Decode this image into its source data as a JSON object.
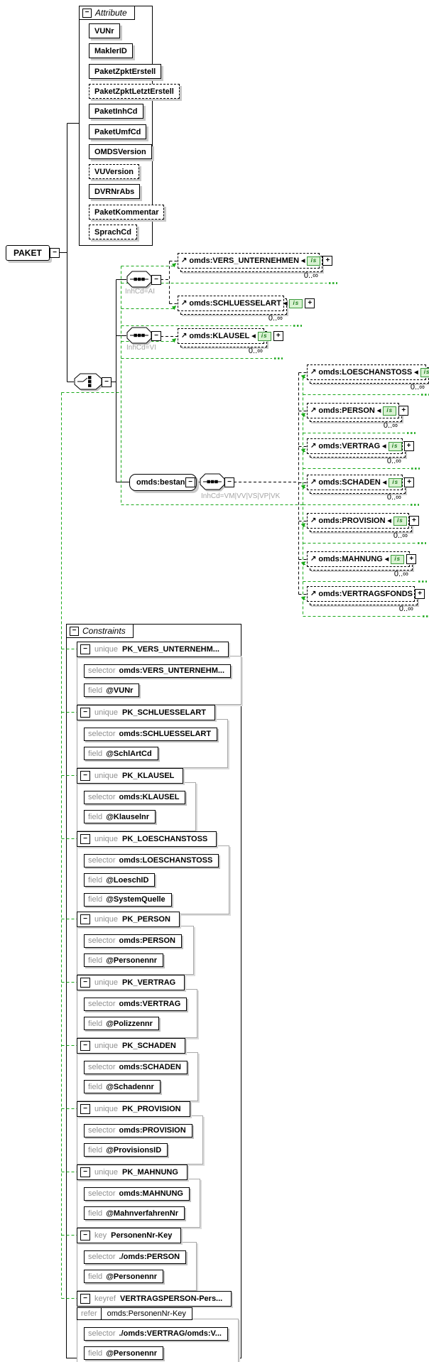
{
  "root_element": {
    "name": "PAKET"
  },
  "attributes_panel": {
    "title": "Attribute",
    "items": [
      {
        "name": "VUNr",
        "required": true
      },
      {
        "name": "MaklerID",
        "required": true
      },
      {
        "name": "PaketZpktErstell",
        "required": true
      },
      {
        "name": "PaketZpktLetztErstell",
        "required": false
      },
      {
        "name": "PaketInhCd",
        "required": true
      },
      {
        "name": "PaketUmfCd",
        "required": true
      },
      {
        "name": "OMDSVersion",
        "required": true
      },
      {
        "name": "VUVersion",
        "required": false
      },
      {
        "name": "DVRNrAbs",
        "required": true
      },
      {
        "name": "PaketKommentar",
        "required": false
      },
      {
        "name": "SprachCd",
        "required": false
      }
    ]
  },
  "content_model": {
    "compositor": "choice",
    "branches": [
      {
        "compositor": "sequence",
        "condition": "InhCd=AI",
        "elements": [
          {
            "name": "omds:VERS_UNTERNEHMEN",
            "occurs": "0..∞",
            "badge": "is"
          },
          {
            "name": "omds:SCHLUESSELART",
            "occurs": "0..∞",
            "badge": "is"
          }
        ]
      },
      {
        "compositor": "sequence",
        "condition": "InhCd=VI",
        "elements": [
          {
            "name": "omds:KLAUSEL",
            "occurs": "0..∞",
            "badge": "is"
          }
        ]
      },
      {
        "element": "omds:bestand",
        "compositor": "sequence",
        "condition": "InhCd=VM|VV|VS|VP|VK",
        "elements": [
          {
            "name": "omds:LOESCHANSTOSS",
            "occurs": "0..∞",
            "badge": "is"
          },
          {
            "name": "omds:PERSON",
            "occurs": "0..∞",
            "badge": "is"
          },
          {
            "name": "omds:VERTRAG",
            "occurs": "0..∞",
            "badge": "is"
          },
          {
            "name": "omds:SCHADEN",
            "occurs": "0..∞",
            "badge": "is"
          },
          {
            "name": "omds:PROVISION",
            "occurs": "0..∞",
            "badge": "is"
          },
          {
            "name": "omds:MAHNUNG",
            "occurs": "0..∞",
            "badge": "is"
          },
          {
            "name": "omds:VERTRAGSFONDS",
            "occurs": "0..∞",
            "badge": null
          }
        ]
      }
    ]
  },
  "constraints_panel": {
    "title": "Constraints",
    "items": [
      {
        "kind": "unique",
        "name": "PK_VERS_UNTERNEHM...",
        "selector": "omds:VERS_UNTERNEHM...",
        "fields": [
          "@VUNr"
        ]
      },
      {
        "kind": "unique",
        "name": "PK_SCHLUESSELART",
        "selector": "omds:SCHLUESSELART",
        "fields": [
          "@SchlArtCd"
        ]
      },
      {
        "kind": "unique",
        "name": "PK_KLAUSEL",
        "selector": "omds:KLAUSEL",
        "fields": [
          "@Klauselnr"
        ]
      },
      {
        "kind": "unique",
        "name": "PK_LOESCHANSTOSS",
        "selector": "omds:LOESCHANSTOSS",
        "fields": [
          "@LoeschID",
          "@SystemQuelle"
        ]
      },
      {
        "kind": "unique",
        "name": "PK_PERSON",
        "selector": "omds:PERSON",
        "fields": [
          "@Personennr"
        ]
      },
      {
        "kind": "unique",
        "name": "PK_VERTRAG",
        "selector": "omds:VERTRAG",
        "fields": [
          "@Polizzennr"
        ]
      },
      {
        "kind": "unique",
        "name": "PK_SCHADEN",
        "selector": "omds:SCHADEN",
        "fields": [
          "@Schadennr"
        ]
      },
      {
        "kind": "unique",
        "name": "PK_PROVISION",
        "selector": "omds:PROVISION",
        "fields": [
          "@ProvisionsID"
        ]
      },
      {
        "kind": "unique",
        "name": "PK_MAHNUNG",
        "selector": "omds:MAHNUNG",
        "fields": [
          "@MahnverfahrenNr"
        ]
      },
      {
        "kind": "key",
        "name": "PersonenNr-Key",
        "selector": "./omds:PERSON",
        "fields": [
          "@Personennr"
        ]
      },
      {
        "kind": "keyref",
        "name": "VERTRAGSPERSON-Pers...",
        "refer": "omds:PersonenNr-Key",
        "selector": "./omds:VERTRAG/omds:V...",
        "fields": [
          "@Personennr"
        ]
      }
    ]
  },
  "colors": {
    "optional_connector": "#18a818",
    "shadow": "#c9c9c9",
    "muted_label": "#a6a6a6"
  }
}
